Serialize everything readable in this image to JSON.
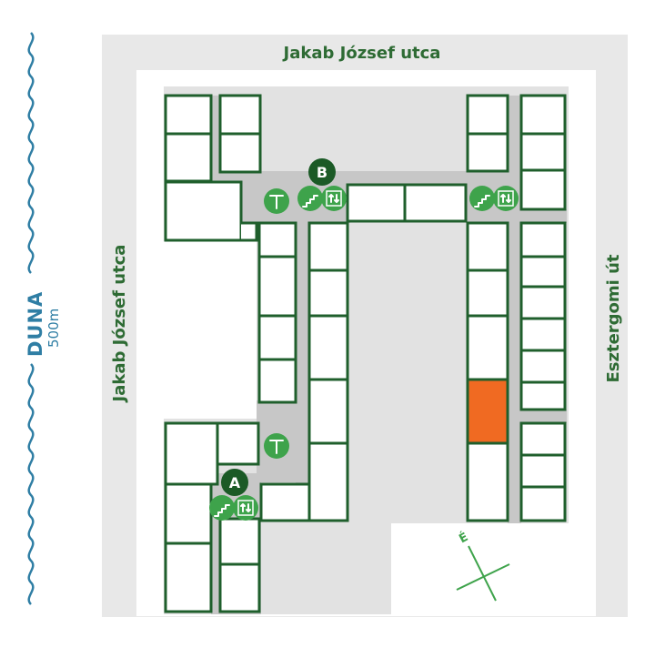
{
  "streets": {
    "north": "Jakab József utca",
    "west": "Jakab József utca",
    "east": "Esztergomi út"
  },
  "river": {
    "name": "DUNA",
    "distance": "500m"
  },
  "entrances": [
    {
      "label": "B"
    },
    {
      "label": "A"
    }
  ],
  "compass": {
    "north_label": "É"
  },
  "colors": {
    "building_outline": "#1f5f2c",
    "corridor": "#c7c7c7",
    "courtyard": "#e2e2e2",
    "highlight_room": "#f06a22",
    "icon_green": "#3ea34b",
    "river_blue": "#2f7ea4"
  },
  "icons": [
    "toilet-icon",
    "stairs-icon",
    "elevator-icon"
  ]
}
